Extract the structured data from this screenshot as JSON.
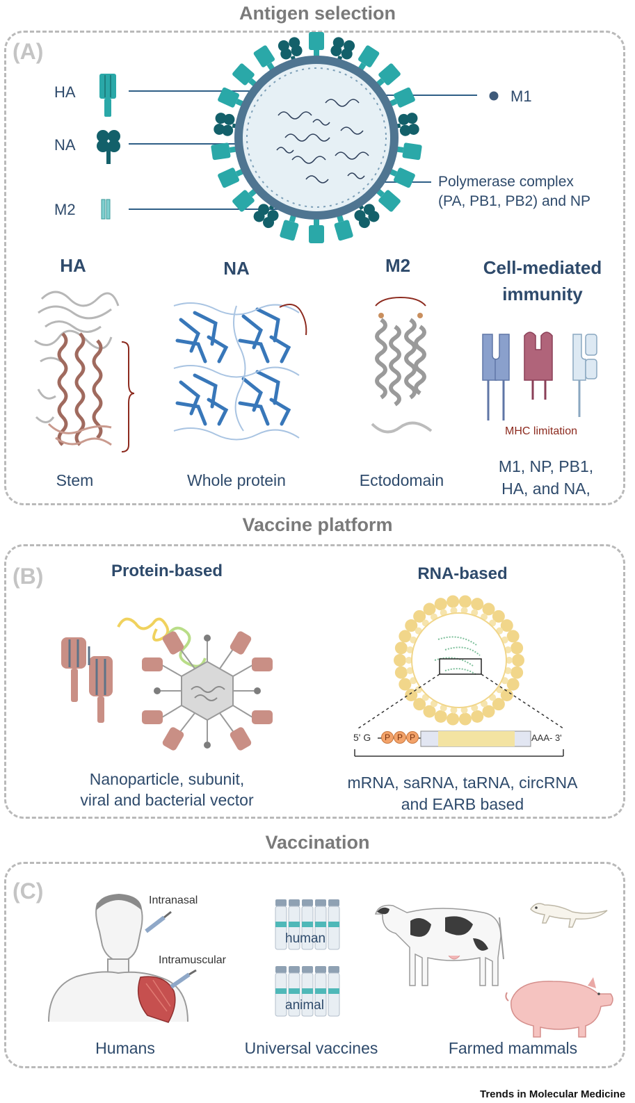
{
  "sections": {
    "antigen_title": "Antigen selection",
    "platform_title": "Vaccine platform",
    "vaccination_title": "Vaccination"
  },
  "panel_letters": {
    "a": "(A)",
    "b": "(B)",
    "c": "(C)"
  },
  "antigen": {
    "legend": {
      "ha": "HA",
      "na": "NA",
      "m2": "M2",
      "m1": "M1"
    },
    "polymerase_line1": "Polymerase complex",
    "polymerase_line2": "(PA, PB1, PB2) and NP",
    "headers": {
      "ha": "HA",
      "na": "NA",
      "m2": "M2",
      "cell_line1": "Cell-mediated",
      "cell_line2": "immunity"
    },
    "mhc_limitation": "MHC limitation",
    "captions": {
      "ha": "Stem",
      "na": "Whole protein",
      "m2": "Ectodomain",
      "cell_line1": "M1, NP, PB1,",
      "cell_line2": "HA, and NA,"
    }
  },
  "platform": {
    "protein_title": "Protein-based",
    "rna_title": "RNA-based",
    "mrna_5prime": "5' G",
    "mrna_3prime": "AAA- 3'",
    "cap_letter": "P",
    "protein_caption_line1": "Nanoparticle, subunit,",
    "protein_caption_line2": "viral and bacterial vector",
    "rna_caption_line1": "mRNA, saRNA, taRNA, circRNA",
    "rna_caption_line2": "and EARB based"
  },
  "vaccination": {
    "intranasal": "Intranasal",
    "intramuscular": "Intramuscular",
    "vial_human": "human",
    "vial_animal": "animal",
    "caption_humans": "Humans",
    "caption_universal": "Universal vaccines",
    "caption_farmed": "Farmed mammals"
  },
  "footer": "Trends in Molecular Medicine",
  "colors": {
    "ha": "#2aa8a8",
    "na": "#13606a",
    "membrane": "#5a7e99",
    "mhc_blue": "#8aa0cc",
    "mhc_red": "#b0647a",
    "mhc_light": "#dde9f3",
    "protein_pink": "#c98f85",
    "lipid": "#f1d68a"
  }
}
